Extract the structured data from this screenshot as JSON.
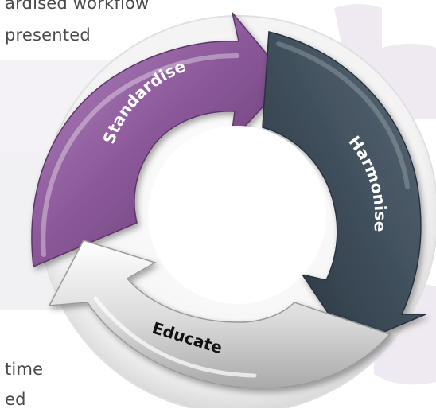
{
  "background_text": {
    "line1": "ardised workflow",
    "line2": "presented",
    "line3": "time",
    "line4": "ed"
  },
  "cycle": {
    "segments": [
      {
        "label": "Standardise",
        "color": "#8d5a9b",
        "icon": "curved-arrow-icon"
      },
      {
        "label": "Harmonise",
        "color": "#3f4e5b",
        "icon": "curved-arrow-icon"
      },
      {
        "label": "Educate",
        "color": "#d9d9d9",
        "icon": "curved-arrow-icon"
      }
    ]
  },
  "colors": {
    "background_panel": "#f4f2f7",
    "background_shape": "#ece5f0",
    "ring_base": "#f7f7f7"
  }
}
